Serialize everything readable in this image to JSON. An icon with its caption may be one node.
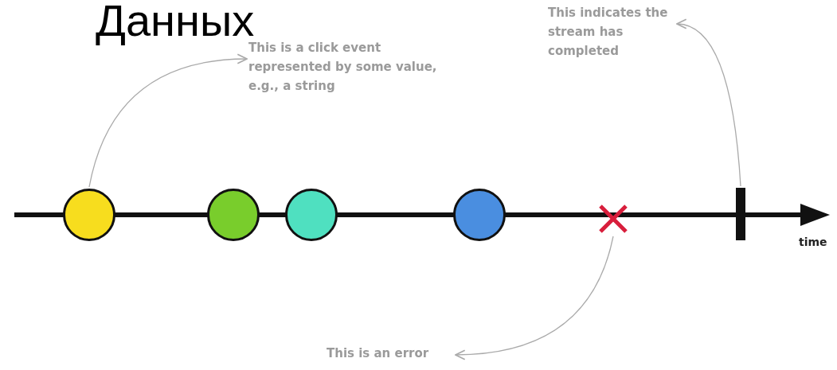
{
  "diagram": {
    "title": "Данных",
    "nodes": [
      {
        "text": [],
        "shape": "circle"
      },
      {
        "text": [],
        "shape": "circle"
      },
      {
        "text": [],
        "shape": "circle"
      },
      {
        "text": [],
        "shape": "circle"
      },
      {
        "text": [],
        "shape": "cross"
      },
      {
        "text": [],
        "shape": "bar"
      },
      {
        "text": [
          "This is a click event represented by some value, e.g., a string"
        ]
      },
      {
        "text": [
          "This indicates the stream has completed"
        ]
      },
      {
        "text": [
          "This is an error"
        ]
      }
    ],
    "edges": [
      {
        "from": 0,
        "to": 6,
        "arrow": "to",
        "color": "#aaaaaa"
      },
      {
        "from": 5,
        "to": 7,
        "arrow": "to",
        "color": "#aaaaaa"
      },
      {
        "from": 4,
        "to": 8,
        "arrow": "to",
        "color": "#aaaaaa"
      }
    ],
    "labels": [
      "time"
    ]
  }
}
